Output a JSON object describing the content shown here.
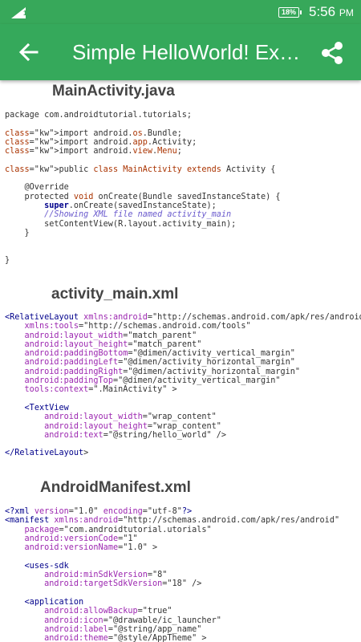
{
  "status": {
    "signal_label": "1",
    "battery": "18%",
    "time": "5:56",
    "ampm": "PM"
  },
  "appbar": {
    "title": "Simple HelloWorld! Exa…"
  },
  "sections": [
    {
      "title": "MainActivity.java"
    },
    {
      "title": "activity_main.xml"
    },
    {
      "title": "AndroidManifest.xml"
    }
  ],
  "code": {
    "java": [
      "package com.androidtutorial.tutorials;",
      "",
      "import android.os.Bundle;",
      "import android.app.Activity;",
      "import android.view.Menu;",
      "",
      "public class MainActivity extends Activity {",
      "",
      "    @Override",
      "    protected void onCreate(Bundle savedInstanceState) {",
      "        super.onCreate(savedInstanceState);",
      "        //Showing XML file named activity_main",
      "        setContentView(R.layout.activity_main);",
      "    }",
      "",
      "",
      "}"
    ],
    "layout_xml": [
      "<RelativeLayout xmlns:android=\"http://schemas.android.com/apk/res/android\"",
      "    xmlns:tools=\"http://schemas.android.com/tools\"",
      "    android:layout_width=\"match_parent\"",
      "    android:layout_height=\"match_parent\"",
      "    android:paddingBottom=\"@dimen/activity_vertical_margin\"",
      "    android:paddingLeft=\"@dimen/activity_horizontal_margin\"",
      "    android:paddingRight=\"@dimen/activity_horizontal_margin\"",
      "    android:paddingTop=\"@dimen/activity_vertical_margin\"",
      "    tools:context=\".MainActivity\" >",
      "",
      "    <TextView",
      "        android:layout_width=\"wrap_content\"",
      "        android:layout_height=\"wrap_content\"",
      "        android:text=\"@string/hello_world\" />",
      "",
      "</RelativeLayout>"
    ],
    "manifest_xml": [
      "<?xml version=\"1.0\" encoding=\"utf-8\"?>",
      "<manifest xmlns:android=\"http://schemas.android.com/apk/res/android\"",
      "    package=\"com.androidtutorial.utorials\"",
      "    android:versionCode=\"1\"",
      "    android:versionName=\"1.0\" >",
      "",
      "    <uses-sdk",
      "        android:minSdkVersion=\"8\"",
      "        android:targetSdkVersion=\"18\" />",
      "",
      "    <application",
      "        android:allowBackup=\"true\"",
      "        android:icon=\"@drawable/ic_launcher\"",
      "        android:label=\"@string/app_name\"",
      "        android:theme=\"@style/AppTheme\" >"
    ]
  },
  "colors": {
    "statusbar": "#37a85a",
    "appbar": "#35a95b"
  },
  "icons": {
    "back": "arrow-back-icon",
    "share": "share-icon",
    "signal": "signal-icon",
    "battery": "battery-icon"
  }
}
